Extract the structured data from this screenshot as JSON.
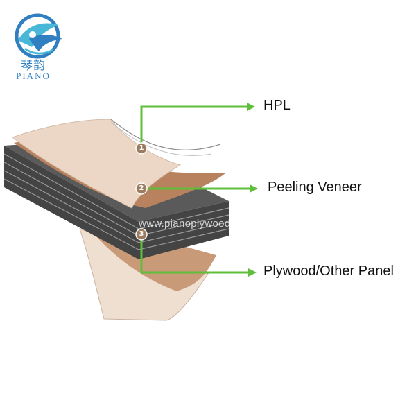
{
  "logo": {
    "name_cn": "琴韵",
    "name_en": "PIANO",
    "color": "#2f7fc1"
  },
  "watermark": "www.pianoplywood.com",
  "callouts": [
    {
      "number": "1",
      "label": "HPL"
    },
    {
      "number": "2",
      "label": "Peeling Veneer"
    },
    {
      "number": "3",
      "label": "Plywood/Other Panel"
    }
  ],
  "colors": {
    "leader_line": "#5fbf3a",
    "marker": "#9c7b5e",
    "hpl_sheet": "#ecd7c6",
    "veneer": "#b9825e",
    "panel_top": "#5a5a5a",
    "panel_edge": "#3f3f3f",
    "back_veneer": "#c89a78",
    "back_hpl": "#efdfd1"
  }
}
